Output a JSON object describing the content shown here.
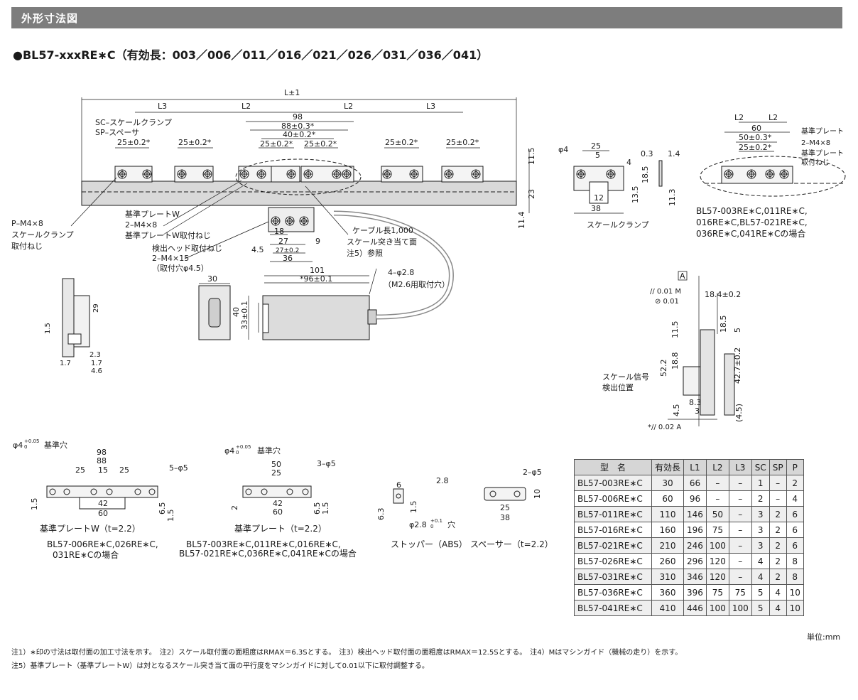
{
  "header": {
    "title": "外形寸法図"
  },
  "subtitle": "●BL57-xxxRE∗C（有効長：003／006／011／016／021／026／031／036／041）",
  "drawing": {
    "main": {
      "L": "L±1",
      "L3a": "L3",
      "L2a": "L2",
      "L2b": "L2",
      "L3b": "L3",
      "sc": "SC–スケールクランプ",
      "sp": "SP–スペーサ",
      "d98": "98",
      "d88": "88±0.3*",
      "d40": "40±0.2*",
      "d25a": "25±0.2*",
      "d25b": "25±0.2*",
      "d25c": "25±0.2*",
      "d25d": "25±0.2*",
      "d25e": "25±0.2*",
      "d25f": "25±0.2*",
      "h115": "11.5",
      "h23": "23",
      "h114": "11.4",
      "pm": "P–M4×8",
      "clamp_screw": "スケールクランプ",
      "clamp_screw2": "取付ねじ",
      "plate_w": "基準プレートW",
      "m4x8": "2–M4×8",
      "plate_w_screw": "基準プレートW取付ねじ",
      "head_screw": "検出ヘッド取付ねじ",
      "m4x15": "2–M4×15",
      "hole45": "（取付穴φ4.5）",
      "cable": "ケーブル長1,000",
      "abut": "スケール突き当て面",
      "note5": "注5）参照",
      "d18": "18",
      "d27": "27",
      "d272": "27±0.2",
      "d36": "36",
      "d9": "9",
      "d45": "4.5",
      "d101": "101",
      "d96": "*96±0.1",
      "holes": "4–φ2.8",
      "m26": "（M2.6用取付穴）",
      "d30": "30",
      "d40h": "40",
      "d33": "33±0.1"
    },
    "clamp": {
      "phi4": "φ4",
      "d25": "25",
      "d5": "5",
      "d4": "4",
      "d185": "18.5",
      "d135": "13.5",
      "d12": "12",
      "d38": "38",
      "d03": "0.3",
      "d14": "1.4",
      "d113": "11.3",
      "label": "スケールクランプ"
    },
    "top_right": {
      "l2a": "L2",
      "l2b": "L2",
      "d60": "60",
      "d50": "50±0.3*",
      "d25": "25±0.2*",
      "plate": "基準プレート",
      "m4": "2–M4×8",
      "plate_screw1": "基準プレート",
      "plate_screw2": "取付ねじ",
      "caption1": "BL57-003RE∗C,011RE∗C,",
      "caption2": "016RE∗C,BL57-021RE∗C,",
      "caption3": "036RE∗C,041RE∗Cの場合"
    },
    "side_left": {
      "d29": "29",
      "d15": "1.5",
      "d23": "2.3",
      "d17a": "1.7",
      "d17b": "1.7",
      "d46": "4.6"
    },
    "side_right": {
      "a": "A",
      "tol1": "// 0.01 M",
      "tol2": "⊘ 0.01",
      "d184": "18.4±0.2",
      "d115": "11.5",
      "d185": "18.5",
      "d5": "5",
      "d188": "18.8",
      "d522": "52.2",
      "d427": "42.7±0.2",
      "sig1": "スケール信号",
      "sig2": "検出位置",
      "d45": "4.5",
      "d83": "8.3",
      "d3": "3",
      "d45p": "(4.5)",
      "tol3": "*// 0.02 A"
    },
    "plate_w_part": {
      "phi": "φ4",
      "phi_tol": "+0.05",
      "phi_tol2": "0",
      "ref": "基準穴",
      "d98": "98",
      "d88": "88",
      "d25a": "25",
      "d15": "15",
      "d25b": "25",
      "holes": "5–φ5",
      "d42": "42",
      "d60": "60",
      "d15h": "1.5",
      "d65": "6.5",
      "d15r": "1.5",
      "label": "基準プレートW（t=2.2）",
      "cap1": "BL57-006RE∗C,026RE∗C,",
      "cap2": "031RE∗Cの場合"
    },
    "plate_part": {
      "phi": "φ4",
      "phi_tol": "+0.05",
      "phi_tol2": "0",
      "ref": "基準穴",
      "d50": "50",
      "d25": "25",
      "holes": "3–φ5",
      "d42": "42",
      "d60": "60",
      "d2": "2",
      "d65": "6.5",
      "d15": "1.5",
      "label": "基準プレート（t=2.2）",
      "cap1": "BL57-003RE∗C,011RE∗C,016RE∗C,",
      "cap2": "BL57-021RE∗C,036RE∗C,041RE∗Cの場合"
    },
    "stopper": {
      "d6": "6",
      "d28": "2.8",
      "d63": "6.3",
      "d15": "1.5",
      "hole": "φ2.8",
      "tol": "+0.1",
      "tol2": "0",
      "hole_suffix": "穴",
      "label": "ストッパー（ABS）"
    },
    "spacer": {
      "holes": "2–φ5",
      "d10": "10",
      "d25": "25",
      "d38": "38",
      "label": "スペーサー（t=2.2）"
    }
  },
  "table": {
    "headers": [
      "型　名",
      "有効長",
      "L1",
      "L2",
      "L3",
      "SC",
      "SP",
      "P"
    ],
    "rows": [
      [
        "BL57-003RE∗C",
        "30",
        "66",
        "–",
        "–",
        "1",
        "–",
        "2"
      ],
      [
        "BL57-006RE∗C",
        "60",
        "96",
        "–",
        "–",
        "2",
        "–",
        "4"
      ],
      [
        "BL57-011RE∗C",
        "110",
        "146",
        "50",
        "–",
        "3",
        "2",
        "6"
      ],
      [
        "BL57-016RE∗C",
        "160",
        "196",
        "75",
        "–",
        "3",
        "2",
        "6"
      ],
      [
        "BL57-021RE∗C",
        "210",
        "246",
        "100",
        "–",
        "3",
        "2",
        "6"
      ],
      [
        "BL57-026RE∗C",
        "260",
        "296",
        "120",
        "–",
        "4",
        "2",
        "8"
      ],
      [
        "BL57-031RE∗C",
        "310",
        "346",
        "120",
        "–",
        "4",
        "2",
        "8"
      ],
      [
        "BL57-036RE∗C",
        "360",
        "396",
        "75",
        "75",
        "5",
        "4",
        "10"
      ],
      [
        "BL57-041RE∗C",
        "410",
        "446",
        "100",
        "100",
        "5",
        "4",
        "10"
      ]
    ],
    "unit": "単位:mm"
  },
  "notes": {
    "line1": "注1）∗印の寸法は取付面の加工寸法を示す。　注2）スケール取付面の面粗度はRMAX＝6.3Sとする。　注3）検出ヘッド取付面の面粗度はRMAX＝12.5Sとする。　注4）Mはマシンガイド（機械の走り）を示す。",
    "line2": "注5）基準プレート（基準プレートW）は対となるスケール突き当て面の平行度をマシンガイドに対して0.01以下に取付調整する。"
  }
}
